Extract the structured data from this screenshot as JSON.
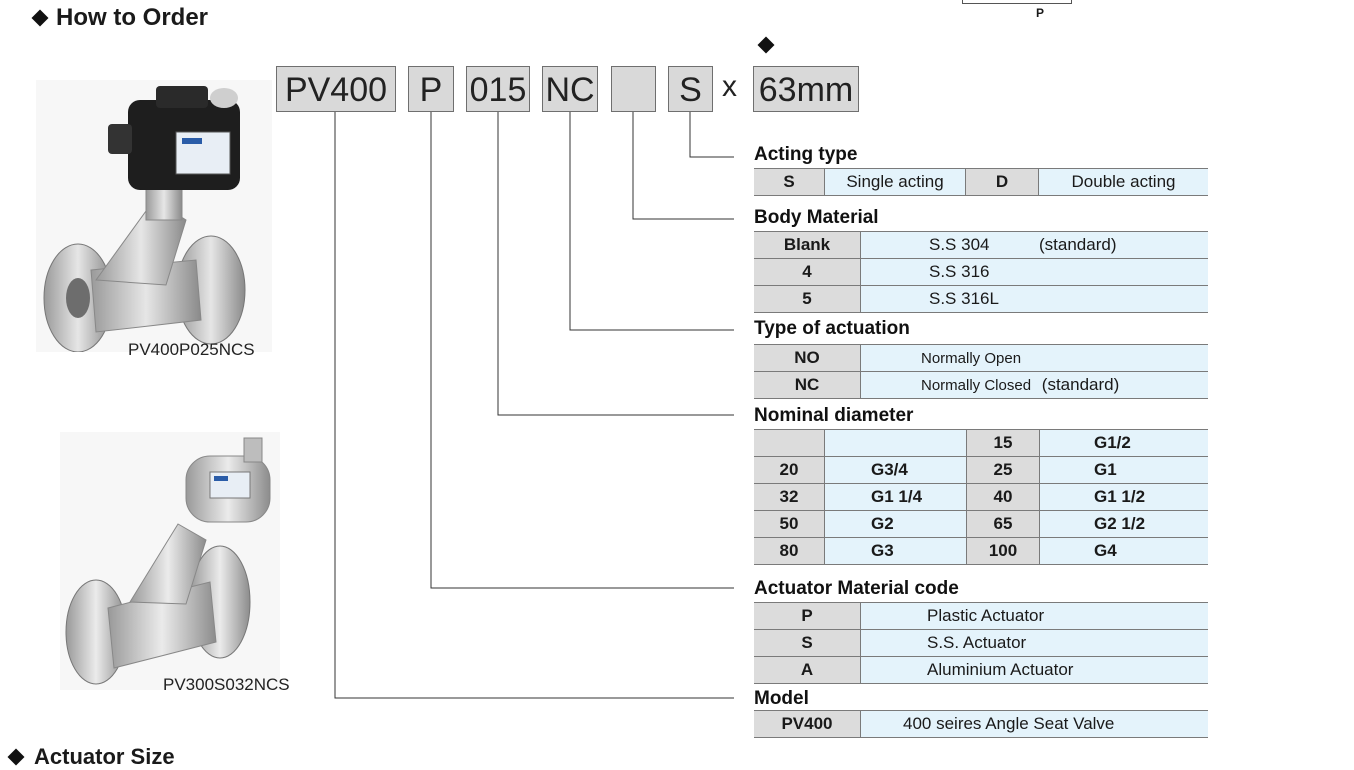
{
  "heading": "How to Order",
  "bottom_heading": "Actuator Size",
  "top_fragment_label": "P",
  "order_code": {
    "boxes": [
      "PV400",
      "P",
      "015",
      "NC",
      "",
      "S"
    ],
    "times": "x",
    "size": "63mm"
  },
  "products": [
    {
      "caption": "PV400P025NCS"
    },
    {
      "caption": "PV300S032NCS"
    }
  ],
  "acting_type": {
    "title": "Acting type",
    "rows": [
      {
        "c1": "S",
        "v1": "Single acting",
        "c2": "D",
        "v2": "Double acting"
      }
    ]
  },
  "body_material": {
    "title": "Body Material",
    "rows": [
      {
        "code": "Blank",
        "value": "S.S 304",
        "note": "(standard)"
      },
      {
        "code": "4",
        "value": "S.S 316",
        "note": ""
      },
      {
        "code": "5",
        "value": "S.S 316L",
        "note": ""
      }
    ]
  },
  "actuation": {
    "title": "Type of actuation",
    "rows": [
      {
        "code": "NO",
        "value": "Normally Open",
        "note": ""
      },
      {
        "code": "NC",
        "value": "Normally Closed",
        "note": "(standard)"
      }
    ]
  },
  "nominal": {
    "title": "Nominal diameter",
    "rows": [
      [
        "",
        "",
        "15",
        "G1/2"
      ],
      [
        "20",
        "G3/4",
        "25",
        "G1"
      ],
      [
        "32",
        "G1 1/4",
        "40",
        "G1 1/2"
      ],
      [
        "50",
        "G2",
        "65",
        "G2 1/2"
      ],
      [
        "80",
        "G3",
        "100",
        "G4"
      ]
    ]
  },
  "actuator_material": {
    "title": "Actuator Material code",
    "rows": [
      {
        "code": "P",
        "value": "Plastic Actuator"
      },
      {
        "code": "S",
        "value": "S.S. Actuator"
      },
      {
        "code": "A",
        "value": "Aluminium Actuator"
      }
    ]
  },
  "model": {
    "title": "Model",
    "rows": [
      {
        "code": "PV400",
        "value": "400 seires Angle Seat Valve"
      }
    ]
  }
}
